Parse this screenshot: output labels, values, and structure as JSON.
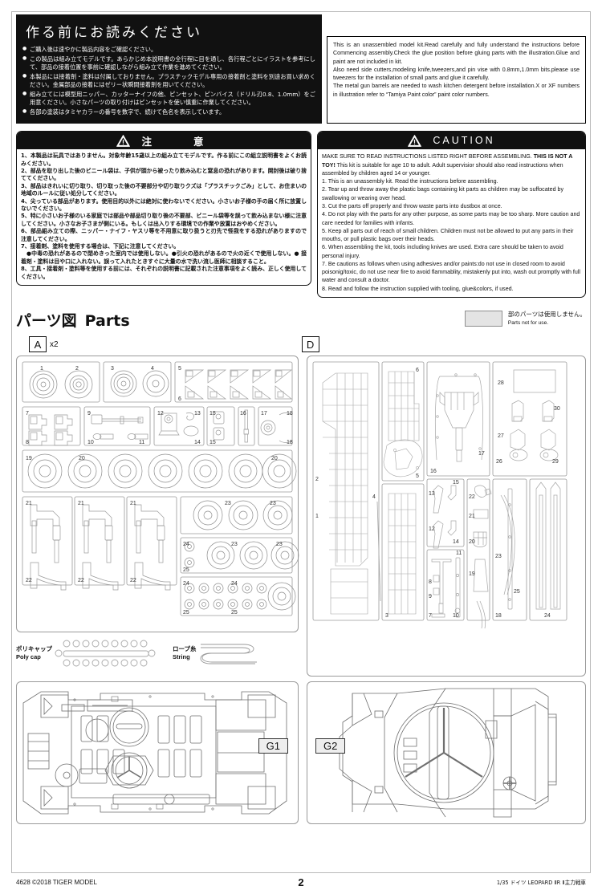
{
  "readme": {
    "title_jp": "作る前にお読みください",
    "bullets_jp": [
      "ご購入後は速やかに製品内容をご確認ください。",
      "この製品は組み立てモデルです。あらかじめ本説明書の全行程に目を通し、各行程ごとにイラストを参考にして、部品の接着位置を事前に確認しながら組み立て作業を進めてください。",
      "本製品には接着剤・塗料は付属しておりません。プラスチックモデル専用の接着剤と塗料を別途お買い求めください。金属部品の接着にはゼリー状瞬間接着剤を用いてください。",
      "組み立てには模型用ニッパー、カッターナイフの他、ピンセット、ピンバイス（ドリル刃0.8、1.0mm）をご用意ください。小さなパーツの取り付けはピンセットを使い慎重に作業してください。",
      "各部の塗装はタミヤカラーの番号を数字で、続けて色名を表示しています。"
    ],
    "text_en": "This is an unassembled model kit.Read carefully and fully understand the instructions before Commencing assembly.Check the glue position before gluing parts with the illustration.Glue and paint are not included in kit.\nAlso need side cutters,modeling knife,tweezers,and pin vise with 0.8mm,1.0mm bits.please use tweezers for the installation of small parts and glue it carefully.\nThe metal gun barrels are needed to wash kitchen detergent before installation.X or XF numbers in illustration refer to “Tamiya Paint color” paint color numbers."
  },
  "caution_jp": {
    "title": "注　　意",
    "body": "1、本製品は玩具ではありません。対象年齢15歳以上の組み立てモデルです。作る前にこの組立説明書をよくお読みください。\n2、部品を取り出した後のビニール袋は、子供が頭から被ったり飲み込むと窒息の恐れがあります。開封後は破り捨ててください。\n3、部品はきれいに切り取り、切り取った後の不要部分や切り取りクズは「プラスチックごみ」として、お住まいの地域のルールに従い処分してください。\n4、尖っている部品があります。使用目的以外には絶対に使わないでください。小さいお子様の手の届く所に放置しないでください。\n5、特に小さいお子様のいる家庭では部品や部品切り取り後の不要部、ビニール袋等を誤って飲み込まない様に注意してください。小さなお子さまが側にいる。もしくは出入りする環境での作業や放置はおやめください。\n6、部品組み立ての際、ニッパー・ナイフ・ヤスリ等を不用意に取り扱うと刃先で怪我をする恐れがありますので注意してください。\n7、接着剤、塗料を使用する場合は、下記に注意してください。\n　●中毒の恐れがあるので閉めきった室内では使用しない。●引火の恐れがあるので火の近くで使用しない。● 接着剤・塗料は目や口に入れない。誤って入れたときすぐに大量の水で洗い流し医師に相談すること。\n8、工具・接着剤・塗料等を使用する前には、それぞれの説明書に記載された注意事項をよく読み、正しく使用してください。"
  },
  "caution_en": {
    "title": "CAUTION",
    "lead": "MAKE SURE TO READ INSTRUCTIONS LISTED RIGHT BEFORE ASSEMBLING.",
    "bold": "THIS IS NOT A TOY!",
    "lead2": " This kit is suitable for age 10 to adult. Adult supervisior should also read instructions when assembled by children aged 14 or younger.",
    "items": [
      "1. This is an unassembly kit. Read the instructions before assembling.",
      "2. Tear up and throw away the plastic bags containing kit parts as children may be suffocated by swallowing or wearing over head.",
      "3. Cut the parts off properly and throw waste parts into dustbox at once.",
      "4. Do not play with the parts for any other purpose, as some parts may be too sharp. More caution and care needed for families with infants.",
      "5. Keep all parts out of reach of small children. Children must not be allowed to put any parts in their mouths, or pull plastic bags over their heads.",
      "6. When assembling the kit, tools including knives are used. Extra care should be taken to avoid personal injury.",
      "7. Be cautions as follows when using adhesives and/or paints:do not use in closed room to avoid poisonig/toxic, do not use near fire to avoid flammablity, mistakenly put into, wash out promptly with full water and consult a doctor.",
      "8. Read and follow the instruction supplied with tooling, glue&colors, if used."
    ]
  },
  "parts_section": {
    "title_jp": "パーツ図",
    "title_en": "Parts",
    "legend_jp": "部のパーツは使用しません。",
    "legend_en": "Parts not for use.",
    "legend_color": "#e4e4e4"
  },
  "sprues": {
    "a": {
      "label": "A",
      "multiplier": "x2"
    },
    "d": {
      "label": "D"
    }
  },
  "sprue_a_numbers": {
    "row1": [
      "1",
      "2",
      "3",
      "4",
      "5",
      "6"
    ],
    "row2": [
      "7",
      "8",
      "9",
      "10",
      "11",
      "12",
      "13",
      "14",
      "15",
      "15",
      "16",
      "17",
      "18",
      "18"
    ],
    "row3": [
      "19",
      "20",
      "20"
    ],
    "row4": [
      "21",
      "21",
      "21",
      "23",
      "23",
      "23"
    ],
    "row5": [
      "22",
      "22",
      "22",
      "24",
      "23",
      "23",
      "23",
      "25"
    ],
    "row6": [
      "24",
      "24",
      "25",
      "25"
    ]
  },
  "sprue_d_numbers": {
    "col_left": [
      "1",
      "2",
      "3",
      "4",
      "5",
      "6"
    ],
    "col_mid": [
      "7",
      "8",
      "9",
      "10",
      "11",
      "12",
      "13",
      "14",
      "15",
      "16",
      "17",
      "18"
    ],
    "col_right": [
      "19",
      "20",
      "21",
      "22",
      "23",
      "24",
      "25",
      "26",
      "27",
      "28",
      "29",
      "30"
    ]
  },
  "extras": {
    "polycap_jp": "ポリキャップ",
    "polycap_en": "Poly cap",
    "string_jp": "ロープ糸",
    "string_en": "String"
  },
  "hull": {
    "g1": "G1",
    "g2": "G2"
  },
  "footer": {
    "code": "4628  ©2018  TIGER MODEL",
    "page": "2",
    "kit": "1/35  ドイツ LEOPARD ⅡR Ⅱ主力戦車"
  }
}
